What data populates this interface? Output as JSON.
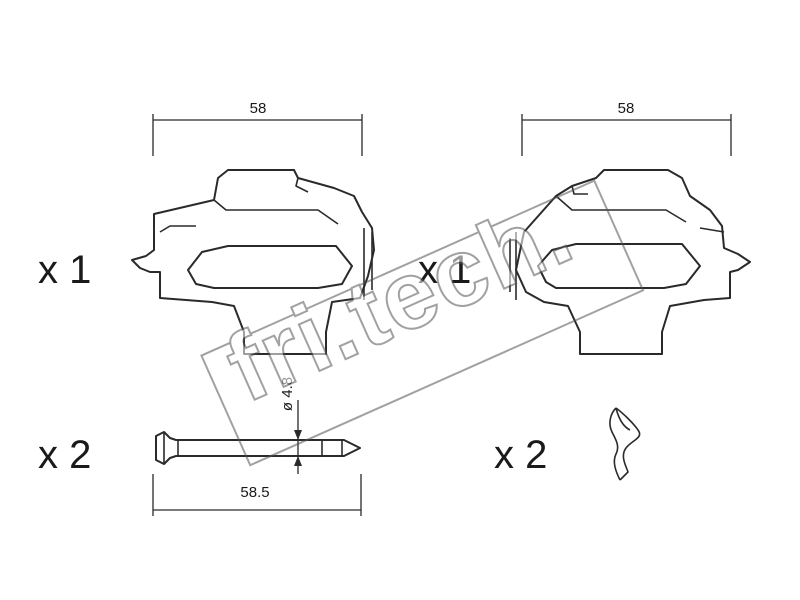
{
  "watermark": {
    "text": "fri.tech."
  },
  "parts": {
    "clip_left": {
      "quantity": "x 1",
      "dimension": "58"
    },
    "clip_right": {
      "quantity": "x 1",
      "dimension": "58"
    },
    "pin": {
      "quantity": "x 2",
      "dimension": "58.5",
      "diameter": "ø 4.8"
    },
    "cotter_pin": {
      "quantity": "x 2"
    }
  }
}
